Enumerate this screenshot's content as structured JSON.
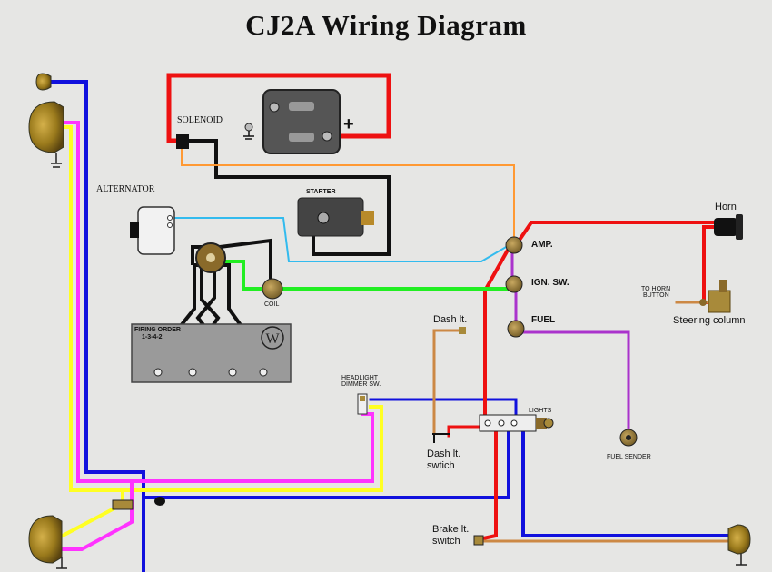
{
  "title": "CJ2A Wiring Diagram",
  "labels": {
    "solenoid": "SOLENOID",
    "solenoid_plus": "+",
    "alternator": "ALTERNATOR",
    "starter": "STARTER",
    "coil": "COIL",
    "firing_order_line1": "FIRING ORDER",
    "firing_order_line2": "1-3-4-2",
    "amp": "AMP.",
    "ign_sw": "IGN. SW.",
    "fuel": "FUEL",
    "horn": "Horn",
    "to_horn_line1": "TO HORN",
    "to_horn_line2": "BUTTON",
    "steering_column": "Steering column",
    "dash_lt": "Dash lt.",
    "headlight_dimmer_line1": "HEADLIGHT",
    "headlight_dimmer_line2": "DIMMER SW.",
    "lights": "LIGHTS",
    "dash_lt_switch_line1": "Dash lt.",
    "dash_lt_switch_line2": "swtich",
    "fuel_sender": "FUEL SENDER",
    "brake_lt_line1": "Brake lt.",
    "brake_lt_line2": "switch"
  },
  "colors": {
    "background": "#e6e6e4",
    "battery_cable": "#ee1111",
    "ground_cable": "#111111",
    "blue_wire": "#1111dd",
    "yellow_wire": "#ffff22",
    "magenta_wire": "#ff33ff",
    "green_wire": "#22ee22",
    "orange_wire": "#ff9933",
    "light_blue_wire": "#33bbee",
    "purple_wire": "#aa33cc",
    "tan_wire": "#cc8844",
    "component_gray": "#888888",
    "lamp_brass": "#a0801e"
  }
}
